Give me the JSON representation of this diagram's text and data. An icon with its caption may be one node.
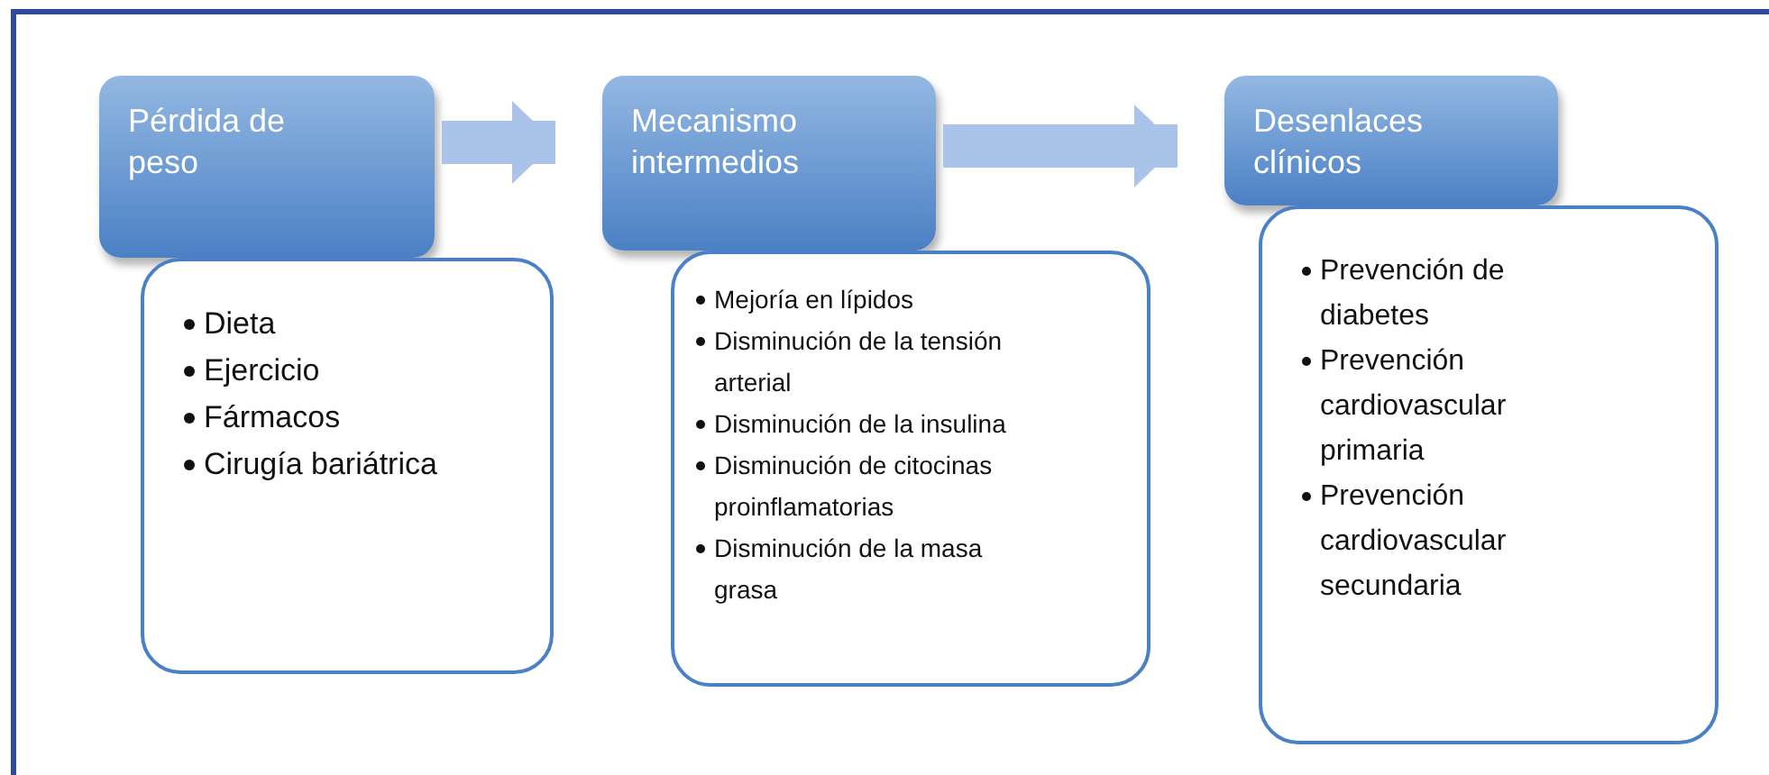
{
  "diagram": {
    "nodes": [
      {
        "text": [
          "Pérdida de peso"
        ]
      },
      {
        "text": [
          "Dieta",
          "Ejercicio",
          "Fármacos",
          "Cirugía bariátrica"
        ]
      },
      {
        "text": [
          "Mecanismo intermedios"
        ]
      },
      {
        "text": [
          "Mejoría en lípidos",
          "Disminución de la tensión arterial",
          "Disminución de la insulina",
          "Disminución de citocinas proinflamatorias",
          "Disminución de la masa grasa"
        ]
      },
      {
        "text": [
          "Desenlaces clínicos"
        ]
      },
      {
        "text": [
          "Prevención de diabetes",
          "Prevención cardiovascular primaria",
          "Prevención cardiovascular secundaria"
        ]
      }
    ],
    "edges": [
      {
        "from": 0,
        "to": 2,
        "arrow": "to"
      },
      {
        "from": 2,
        "to": 4,
        "arrow": "to"
      }
    ]
  }
}
